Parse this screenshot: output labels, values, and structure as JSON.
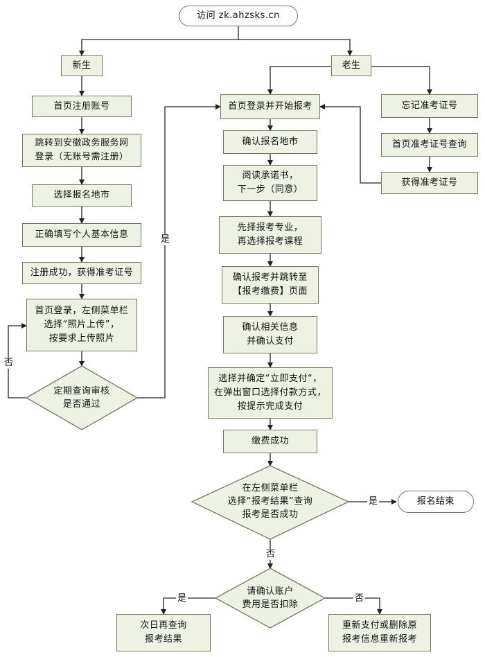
{
  "nodes": {
    "visit": [
      "访问 zk.ahzsks.cn"
    ],
    "new_student": [
      "新生"
    ],
    "old_student": [
      "老生"
    ],
    "home_register": [
      "首页注册账号"
    ],
    "jump_gov": [
      "跳转到安徽政务服务网",
      "登录（无账号需注册）"
    ],
    "select_city_left": [
      "选择报名地市"
    ],
    "fill_info": [
      "正确填写个人基本信息"
    ],
    "register_success": [
      "注册成功，获得准考证号"
    ],
    "upload_photo": [
      "首页登录，左侧菜单栏",
      "选择“照片上传”，",
      "按要求上传照片"
    ],
    "review_check": [
      "定期查询审核",
      "是否通过"
    ],
    "login_start": [
      "首页登录并开始报考"
    ],
    "confirm_city": [
      "确认报名地市"
    ],
    "read_promise": [
      "阅读承诺书，",
      "下一步（同意）"
    ],
    "select_major": [
      "先择报考专业，",
      "再选择报考课程"
    ],
    "confirm_jump": [
      "确认报考并跳转至",
      "【报考缴费】页面"
    ],
    "confirm_info": [
      "确认相关信息",
      "并确认支付"
    ],
    "pay_now": [
      "选择并确定“立即支付“，",
      "在弹出窗口选择付款方式，",
      "按提示完成支付"
    ],
    "pay_success": [
      "缴费成功"
    ],
    "check_result": [
      "在左侧菜单栏",
      "选择“报考结果”查询",
      "报考是否成功"
    ],
    "reg_end": [
      "报名结束"
    ],
    "confirm_deduct": [
      "请确认账户",
      "费用是否扣除"
    ],
    "next_day": [
      "次日再查询",
      "报考结果"
    ],
    "repay": [
      "重新支付或删除原",
      "报考信息重新报考"
    ],
    "forgot_no": [
      "忘记准考证号"
    ],
    "query_no": [
      "首页准考证号查询"
    ],
    "get_no": [
      "获得准考证号"
    ]
  },
  "flow_labels": {
    "review_yes": "是",
    "review_no": "否",
    "result_yes": "是",
    "result_no": "否",
    "deduct_yes": "是",
    "deduct_no": "否"
  },
  "colors": {
    "box_fill": "#eef2e4",
    "box_border": "#6e7b5e",
    "line": "#222222"
  }
}
